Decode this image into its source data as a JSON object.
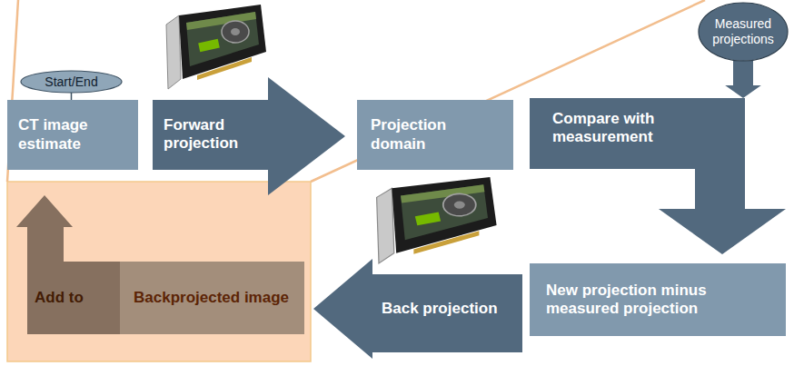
{
  "diagram": {
    "nodes": [
      {
        "text": [
          "Start/End"
        ]
      },
      {
        "text": [
          "CT image estimate"
        ]
      },
      {
        "text": [
          "Forward projection"
        ]
      },
      {
        "text": [
          "Projection domain"
        ]
      },
      {
        "text": [
          "Measured projections"
        ]
      },
      {
        "text": [
          "Compare with measurement"
        ]
      },
      {
        "text": [
          "New projection minus measured projection"
        ]
      },
      {
        "text": [
          "Back projection"
        ]
      },
      {
        "text": [
          "Add to"
        ]
      },
      {
        "text": [
          "Backprojected image"
        ]
      }
    ],
    "edges": [
      {
        "from": 0,
        "to": 1,
        "arrow": "none"
      },
      {
        "from": 4,
        "to": 5,
        "arrow": "to"
      }
    ]
  }
}
